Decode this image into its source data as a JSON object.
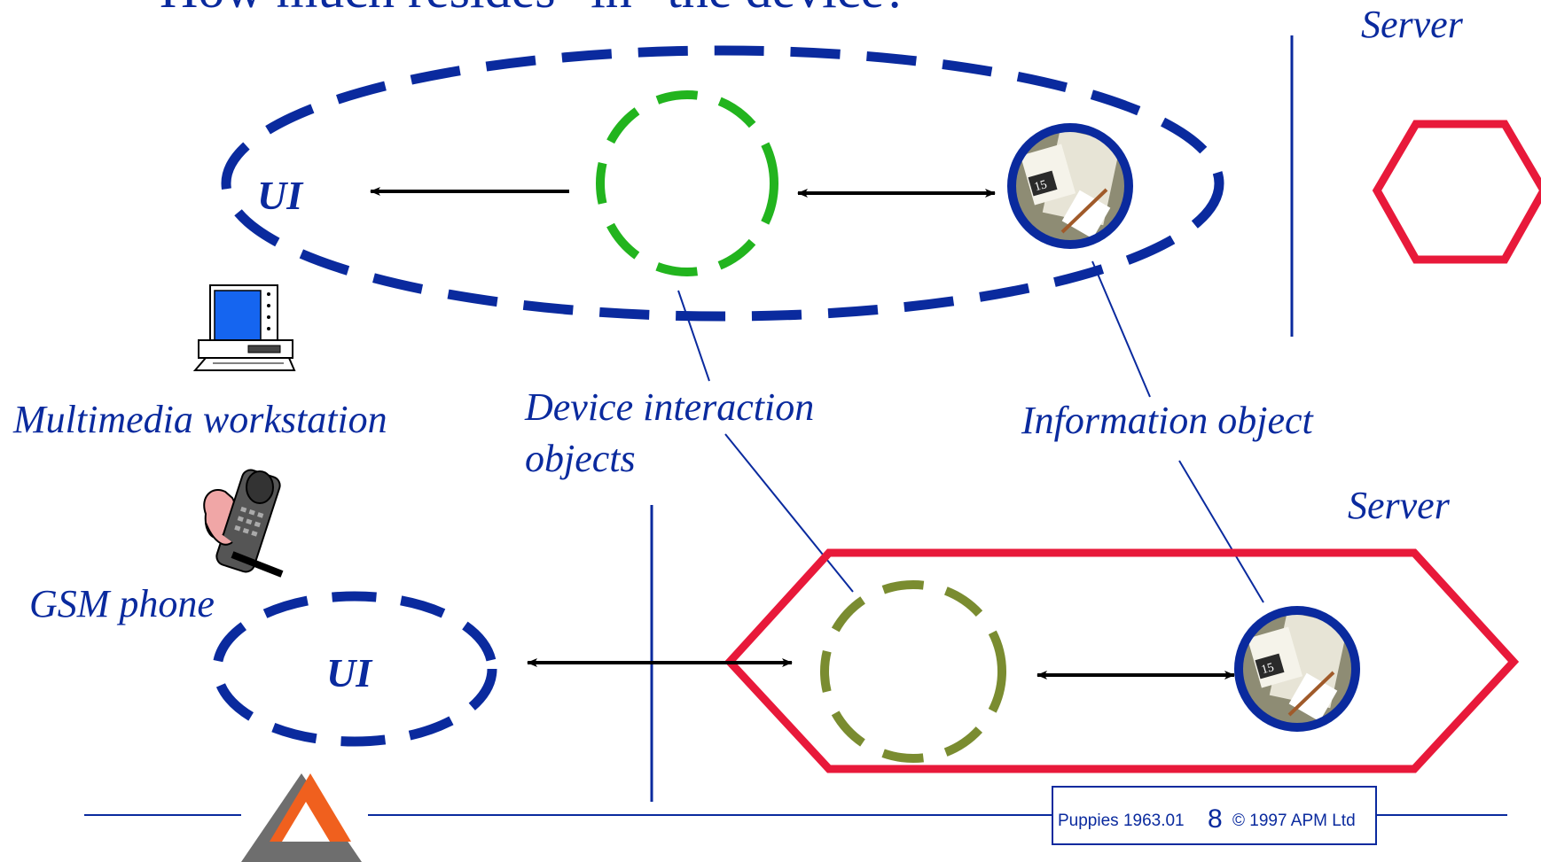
{
  "slide": {
    "title": "How much resides \"in\" the device?",
    "bullet_color": "#e0173a"
  },
  "labels": {
    "server_top": "Server",
    "server_bottom": "Server",
    "ui_top": "UI",
    "ui_bottom": "UI",
    "multimedia_workstation": "Multimedia workstation",
    "device_interaction_line1": "Device interaction",
    "device_interaction_line2": "objects",
    "information_object": "Information object",
    "gsm_phone": "GSM phone"
  },
  "footer": {
    "project": "Puppies 1963.01",
    "page": "8",
    "copyright": "© 1997 APM Ltd"
  },
  "colors": {
    "ui_blue": "#0a2a9e",
    "device_green": "#22b41e",
    "device_olive": "#7a8c30",
    "server_red": "#e8193a",
    "arrow": "#000000",
    "logo_grey": "#6e6e6e",
    "logo_orange": "#f0601e"
  },
  "icons": {
    "workstation": "computer-icon",
    "phone": "gsm-phone-icon",
    "information_object": "documents-icon",
    "logo": "apm-triangle-logo"
  }
}
